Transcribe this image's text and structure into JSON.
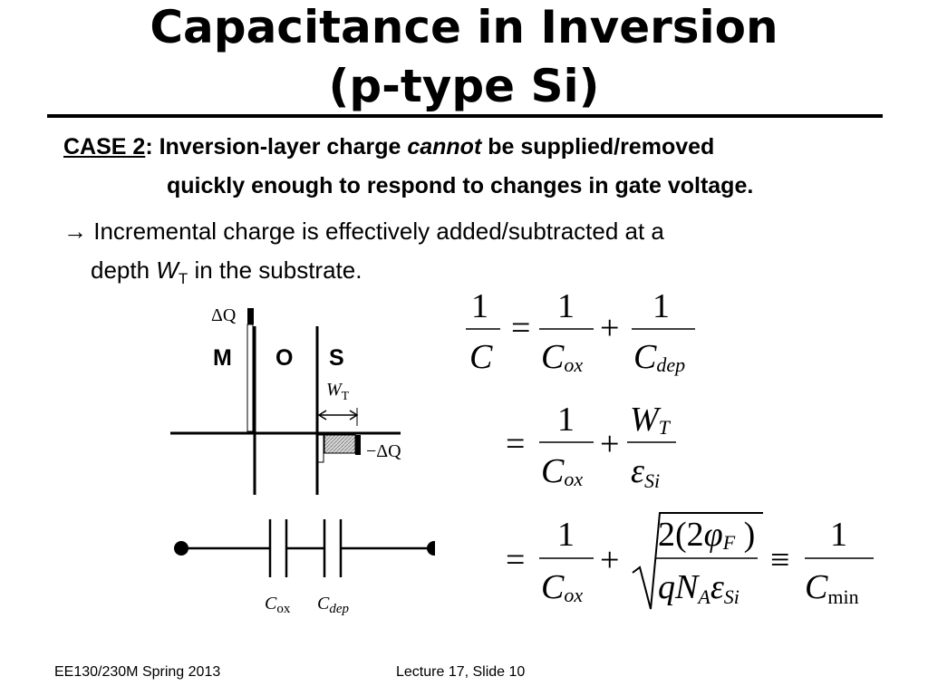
{
  "slide": {
    "title_line1": "Capacitance in Inversion",
    "title_line2": "(p-type Si)"
  },
  "case": {
    "label": "CASE 2",
    "text_a": ": Inversion-layer charge ",
    "text_emph": "cannot",
    "text_b": " be supplied/removed",
    "line2": "quickly enough to respond to changes in gate voltage."
  },
  "bullet": {
    "arrow": "→",
    "line1": " Incremental charge is effectively added/subtracted at a",
    "line2_a": "depth ",
    "line2_var": "W",
    "line2_sub": "T",
    "line2_b": " in the substrate."
  },
  "diagram": {
    "dq_top": "ΔQ",
    "layer_m": "M",
    "layer_o": "O",
    "layer_s": "S",
    "wt_var": "W",
    "wt_sub": "T",
    "dq_bottom": "−ΔQ",
    "cox_var": "C",
    "cox_sub": "ox",
    "cdep_var": "C",
    "cdep_sub": "dep"
  },
  "equations": {
    "one": "1",
    "C": "C",
    "ox": "ox",
    "dep": "dep",
    "eq": "=",
    "plus": "+",
    "equiv": "≡",
    "W": "W",
    "T": "T",
    "eps": "ε",
    "Si": "Si",
    "num3": "2(2",
    "phi": "φ",
    "F": "F",
    "close": " )",
    "q": "q",
    "N": "N",
    "A": "A",
    "min": "min"
  },
  "footer": {
    "course": "EE130/230M Spring 2013",
    "lecture": "Lecture 17, Slide 10"
  }
}
